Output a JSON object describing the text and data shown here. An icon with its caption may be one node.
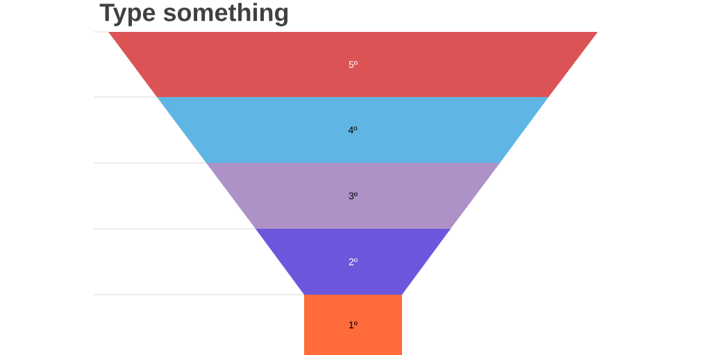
{
  "diagram": {
    "title": "Type something",
    "nodes": [
      {
        "text": [
          "5º"
        ]
      },
      {
        "text": [
          "4º"
        ]
      },
      {
        "text": [
          "3º"
        ]
      },
      {
        "text": [
          "2º"
        ]
      },
      {
        "text": [
          "1º"
        ]
      }
    ]
  }
}
